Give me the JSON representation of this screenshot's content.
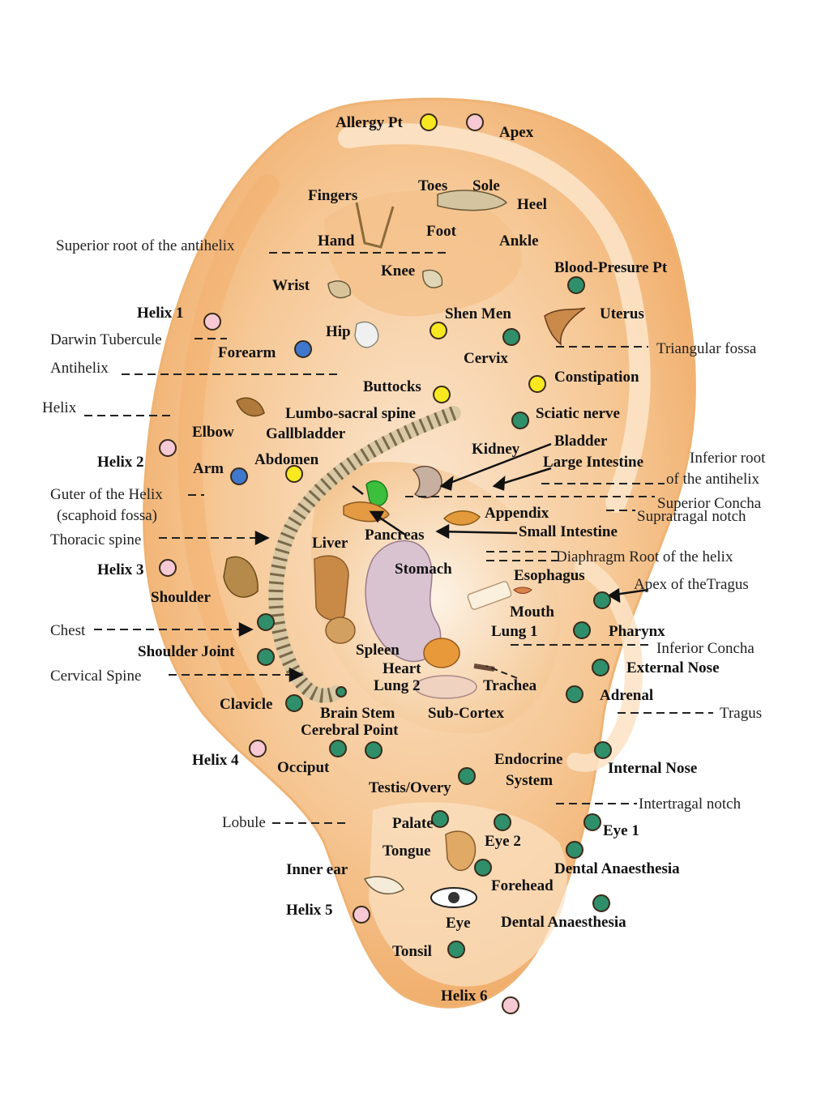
{
  "colors": {
    "ear_outer": "#f7d3a5",
    "ear_mid": "#f2b67a",
    "ear_inner": "#fbe9d2",
    "point_yellow": "#f7e820",
    "point_pink": "#f6c9d4",
    "point_teal": "#2f8f6a",
    "point_blue": "#3f78cc",
    "point_outline": "#3a2a1a",
    "leader_line": "#222222"
  },
  "labels": {
    "allergy_pt": "Allergy Pt",
    "apex": "Apex",
    "fingers": "Fingers",
    "toes": "Toes",
    "sole": "Sole",
    "heel": "Heel",
    "foot": "Foot",
    "ankle": "Ankle",
    "hand": "Hand",
    "superior_root_antihelix": "Superior root of the antihelix",
    "knee": "Knee",
    "blood_presure_pt": "Blood-Presure Pt",
    "wrist": "Wrist",
    "helix_1": "Helix 1",
    "shen_men": "Shen Men",
    "uterus": "Uterus",
    "darwin_tubercule": "Darwin Tubercule",
    "hip": "Hip",
    "forearm": "Forearm",
    "cervix": "Cervix",
    "triangular_fossa": "Triangular fossa",
    "antihelix": "Antihelix",
    "buttocks": "Buttocks",
    "constipation": "Constipation",
    "helix": "Helix",
    "lumbo_sacral_spine": "Lumbo-sacral spine",
    "sciatic_nerve": "Sciatic nerve",
    "elbow": "Elbow",
    "gallbladder": "Gallbladder",
    "bladder": "Bladder",
    "kidney": "Kidney",
    "helix_2": "Helix 2",
    "abdomen": "Abdomen",
    "arm": "Arm",
    "large_intestine": "Large Intestine",
    "inferior_root_antihelix_1": "Inferior root",
    "inferior_root_antihelix_2": "of the antihelix",
    "guter_helix_1": "Guter of the Helix",
    "guter_helix_2": "(scaphoid fossa)",
    "superior_concha": "Superior Concha",
    "appendix": "Appendix",
    "supratragal_notch": "Supratragal notch",
    "thoracic_spine": "Thoracic spine",
    "pancreas": "Pancreas",
    "liver": "Liver",
    "small_intestine": "Small Intestine",
    "helix_3": "Helix 3",
    "diaphragm_root": "Diaphragm Root of the helix",
    "stomach": "Stomach",
    "esophagus": "Esophagus",
    "shoulder": "Shoulder",
    "apex_tragus": "Apex of theTragus",
    "mouth": "Mouth",
    "chest": "Chest",
    "lung_1": "Lung 1",
    "pharynx": "Pharynx",
    "shoulder_joint": "Shoulder Joint",
    "spleen": "Spleen",
    "inferior_concha": "Inferior Concha",
    "heart": "Heart",
    "cervical_spine": "Cervical Spine",
    "external_nose": "External Nose",
    "lung_2": "Lung 2",
    "trachea": "Trachea",
    "adrenal": "Adrenal",
    "clavicle": "Clavicle",
    "brain_stem": "Brain Stem",
    "sub_cortex": "Sub-Cortex",
    "tragus": "Tragus",
    "cerebral_point": "Cerebral Point",
    "helix_4": "Helix 4",
    "occiput": "Occiput",
    "endocrine_1": "Endocrine",
    "endocrine_2": "System",
    "internal_nose": "Internal Nose",
    "testis_overy": "Testis/Overy",
    "intertragal_notch": "Intertragal notch",
    "lobule": "Lobule",
    "palate": "Palate",
    "eye_1": "Eye 1",
    "eye_2": "Eye 2",
    "tongue": "Tongue",
    "inner_ear": "Inner ear",
    "dental_anaesthesia_1": "Dental Anaesthesia",
    "forehead": "Forehead",
    "helix_5": "Helix 5",
    "eye": "Eye",
    "dental_anaesthesia_2": "Dental Anaesthesia",
    "tonsil": "Tonsil",
    "helix_6": "Helix 6"
  }
}
